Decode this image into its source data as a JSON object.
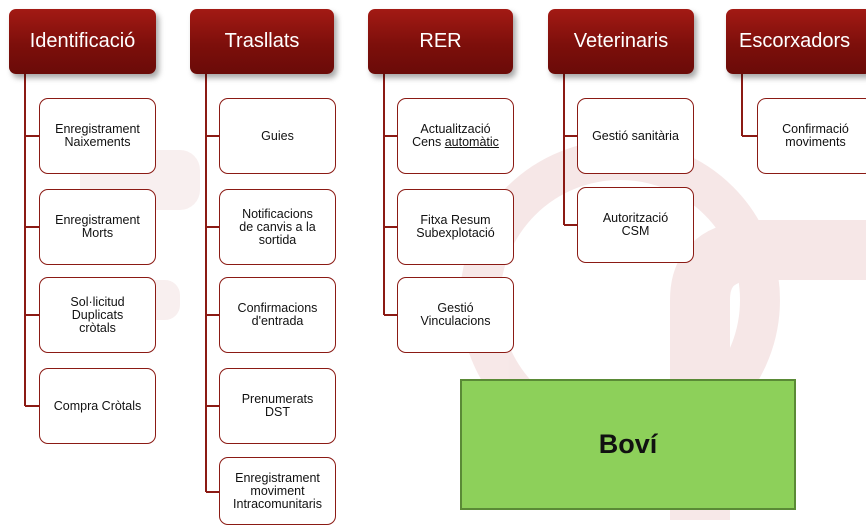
{
  "columns": [
    {
      "title": "Identificació",
      "items": [
        "Enregistrament\nNaixements",
        "Enregistrament\nMorts",
        "Sol·licitud\nDuplicats\ncròtals",
        "Compra Cròtals"
      ]
    },
    {
      "title": "Trasllats",
      "items": [
        "Guies",
        "Notificacions\nde canvis a la\nsortida",
        "Confirmacions\nd'entrada",
        "Prenumerats\nDST",
        "Enregistrament\nmoviment\nIntracomunitaris"
      ]
    },
    {
      "title": "RER",
      "items": [
        {
          "line1": "Actualització",
          "line2a": "Cens ",
          "line2b": "automàtic"
        },
        "Fitxa Resum\nSubexplotació",
        "Gestió\nVinculacions"
      ]
    },
    {
      "title": "Veterinaris",
      "items": [
        "Gestió sanitària",
        "Autorització\nCSM"
      ]
    },
    {
      "title": "Escorxadors",
      "items": [
        "Confirmació\nmoviments"
      ]
    }
  ],
  "species_label": "Boví",
  "colors": {
    "header": "#8b1410",
    "connector": "#8b1a14",
    "species_box": "#8dd05a"
  }
}
